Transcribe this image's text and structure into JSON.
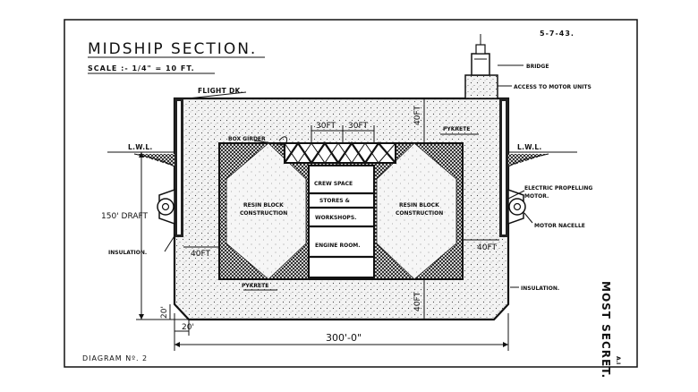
{
  "title": "MIDSHIP SECTION.",
  "scale": "SCALE :- 1/4\" = 10 FT.",
  "date": "5-7-43.",
  "diagram_label": "DIAGRAM  Nº. 2",
  "classification": "MOST SECRET.",
  "initials": "A.I",
  "labels": {
    "bridge": "BRIDGE",
    "access": "ACCESS TO MOTOR UNITS",
    "flight_deck": "FLIGHT DK.",
    "pykrete_top": "PYKRETE",
    "pykrete_bottom": "PYKRETE",
    "box_girder": "BOX GIRDER",
    "lwl_left": "L.W.L.",
    "lwl_right": "L.W.L.",
    "electric_motor_1": "ELECTRIC PROPELLING",
    "electric_motor_2": "MOTOR.",
    "motor_nacelle": "MOTOR NACELLE",
    "insulation_left": "INSULATION.",
    "insulation_right": "INSULATION.",
    "resin_left_1": "RESIN BLOCK",
    "resin_left_2": "CONSTRUCTION",
    "resin_right_1": "RESIN BLOCK",
    "resin_right_2": "CONSTRUCTION",
    "crew_space": "CREW   SPACE",
    "stores": "STORES  &",
    "workshops": "WORKSHOPS.",
    "engine_room": "ENGINE  ROOM."
  },
  "dimensions": {
    "girder_left": "30FT",
    "girder_right": "30FT",
    "top_deck": "40FT",
    "left_side": "40FT",
    "right_side": "40FT",
    "bottom": "40FT",
    "draft": "150' DRAFT",
    "bottom_20_vertical": "20'",
    "bottom_20_horizontal": "20'",
    "beam": "300'-0\""
  }
}
